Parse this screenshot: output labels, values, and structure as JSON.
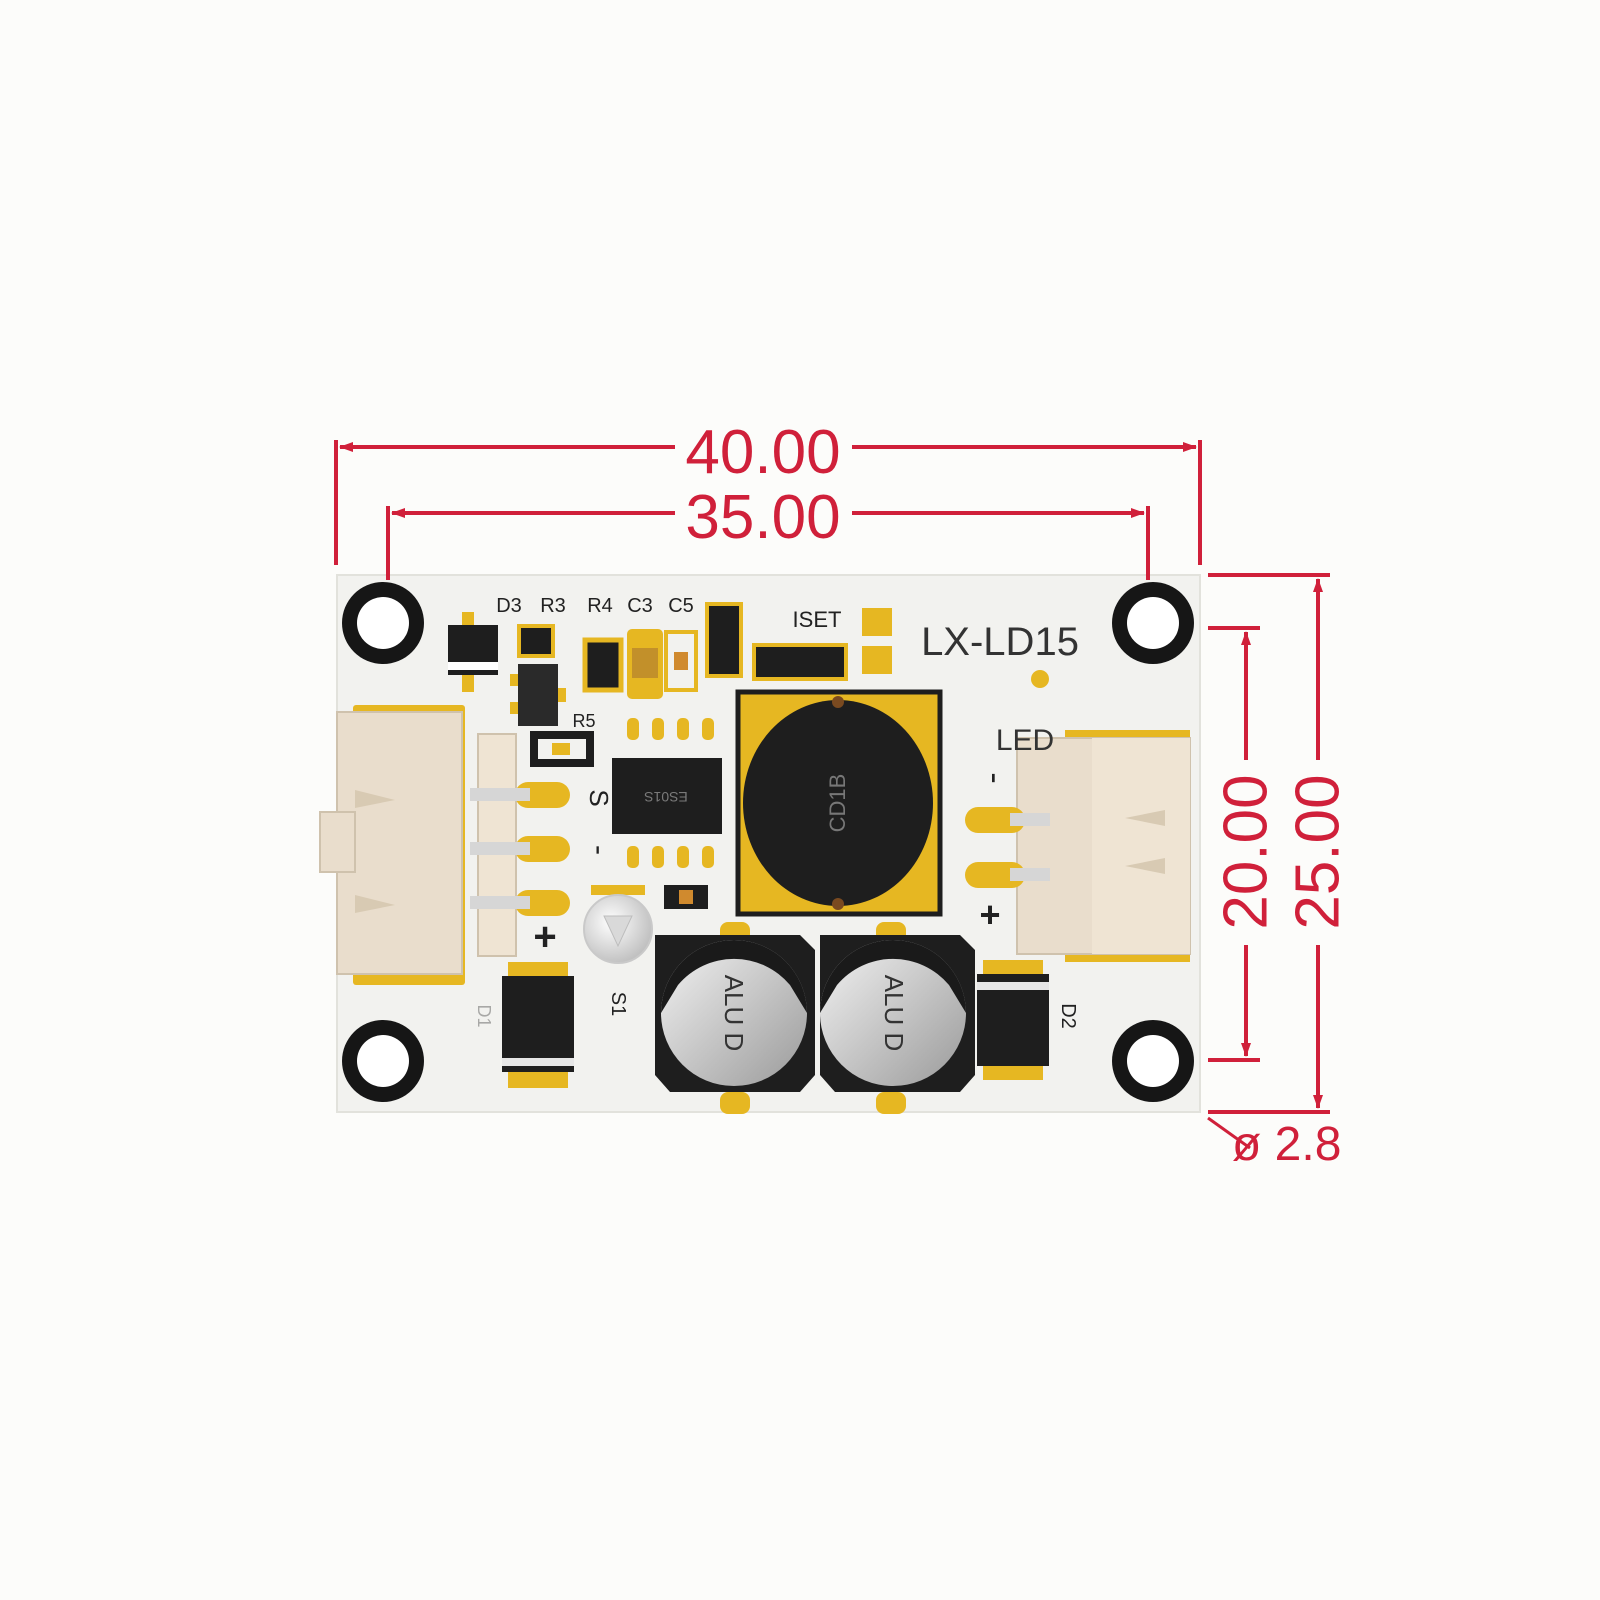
{
  "colors": {
    "background": "#fcfcfa",
    "board": "#f2f2ef",
    "pad_gold": "#e6b722",
    "component_black": "#1e1e1e",
    "connector_beige": "#e9ddcc",
    "dimension_red": "#d0203a",
    "silkscreen": "#222222"
  },
  "board": {
    "model_label": "LX-LD15",
    "led_label": "LED",
    "left_connector_labels": {
      "s": "S",
      "minus": "-",
      "plus": "+"
    },
    "right_connector_labels": {
      "minus": "-",
      "plus": "+"
    },
    "component_labels": {
      "d3": "D3",
      "r3": "R3",
      "r4": "R4",
      "c3": "C3",
      "c5": "C5",
      "r5": "R5",
      "iset": "ISET",
      "s1": "S1",
      "d2": "D2",
      "d1": "D1"
    },
    "ic_marking": "ES01S",
    "inductor_marking": "CD1B",
    "capacitor_markings": [
      "ALU D",
      "ALU D"
    ]
  },
  "dimensions": {
    "overall_width": "40.00",
    "hole_spacing_x": "35.00",
    "hole_spacing_y": "20.00",
    "overall_height": "25.00",
    "hole_diameter": "ø 2.8"
  }
}
